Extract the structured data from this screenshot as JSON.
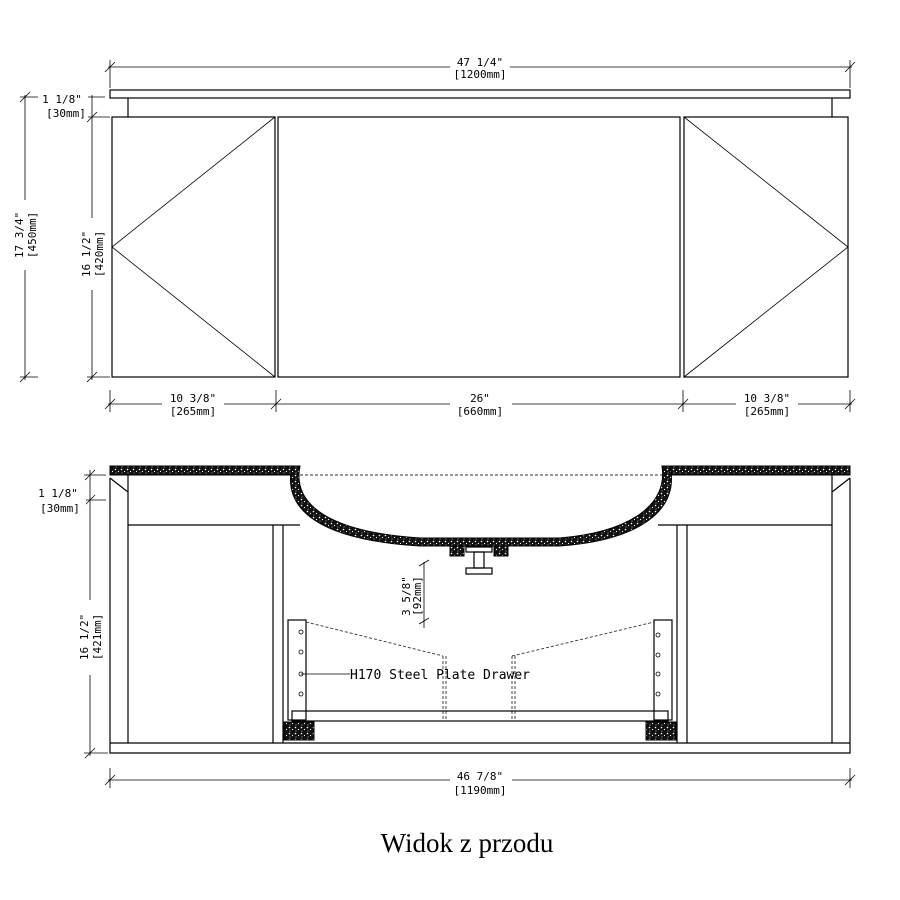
{
  "top_view": {
    "overall_width": {
      "imperial": "47 1/4\"",
      "metric": "[1200mm]"
    },
    "top_thickness": {
      "imperial": "1 1/8\"",
      "metric": "[30mm]"
    },
    "total_height": {
      "imperial": "17 3/4\"",
      "metric": "[450mm]"
    },
    "cabinet_height": {
      "imperial": "16 1/2\"",
      "metric": "[420mm]"
    },
    "left_door": {
      "imperial": "10 3/8\"",
      "metric": "[265mm]"
    },
    "center_door": {
      "imperial": "26\"",
      "metric": "[660mm]"
    },
    "right_door": {
      "imperial": "10 3/8\"",
      "metric": "[265mm]"
    }
  },
  "section_view": {
    "top_thickness": {
      "imperial": "1 1/8\"",
      "metric": "[30mm]"
    },
    "cabinet_height": {
      "imperial": "16 1/2\"",
      "metric": "[421mm]"
    },
    "drain_clearance": {
      "imperial": "3 5/8\"",
      "metric": "[92mm]"
    },
    "drawer_label": "H170 Steel Plate Drawer",
    "overall_width": {
      "imperial": "46 7/8\"",
      "metric": "[1190mm]"
    }
  },
  "caption": "Widok z przodu"
}
